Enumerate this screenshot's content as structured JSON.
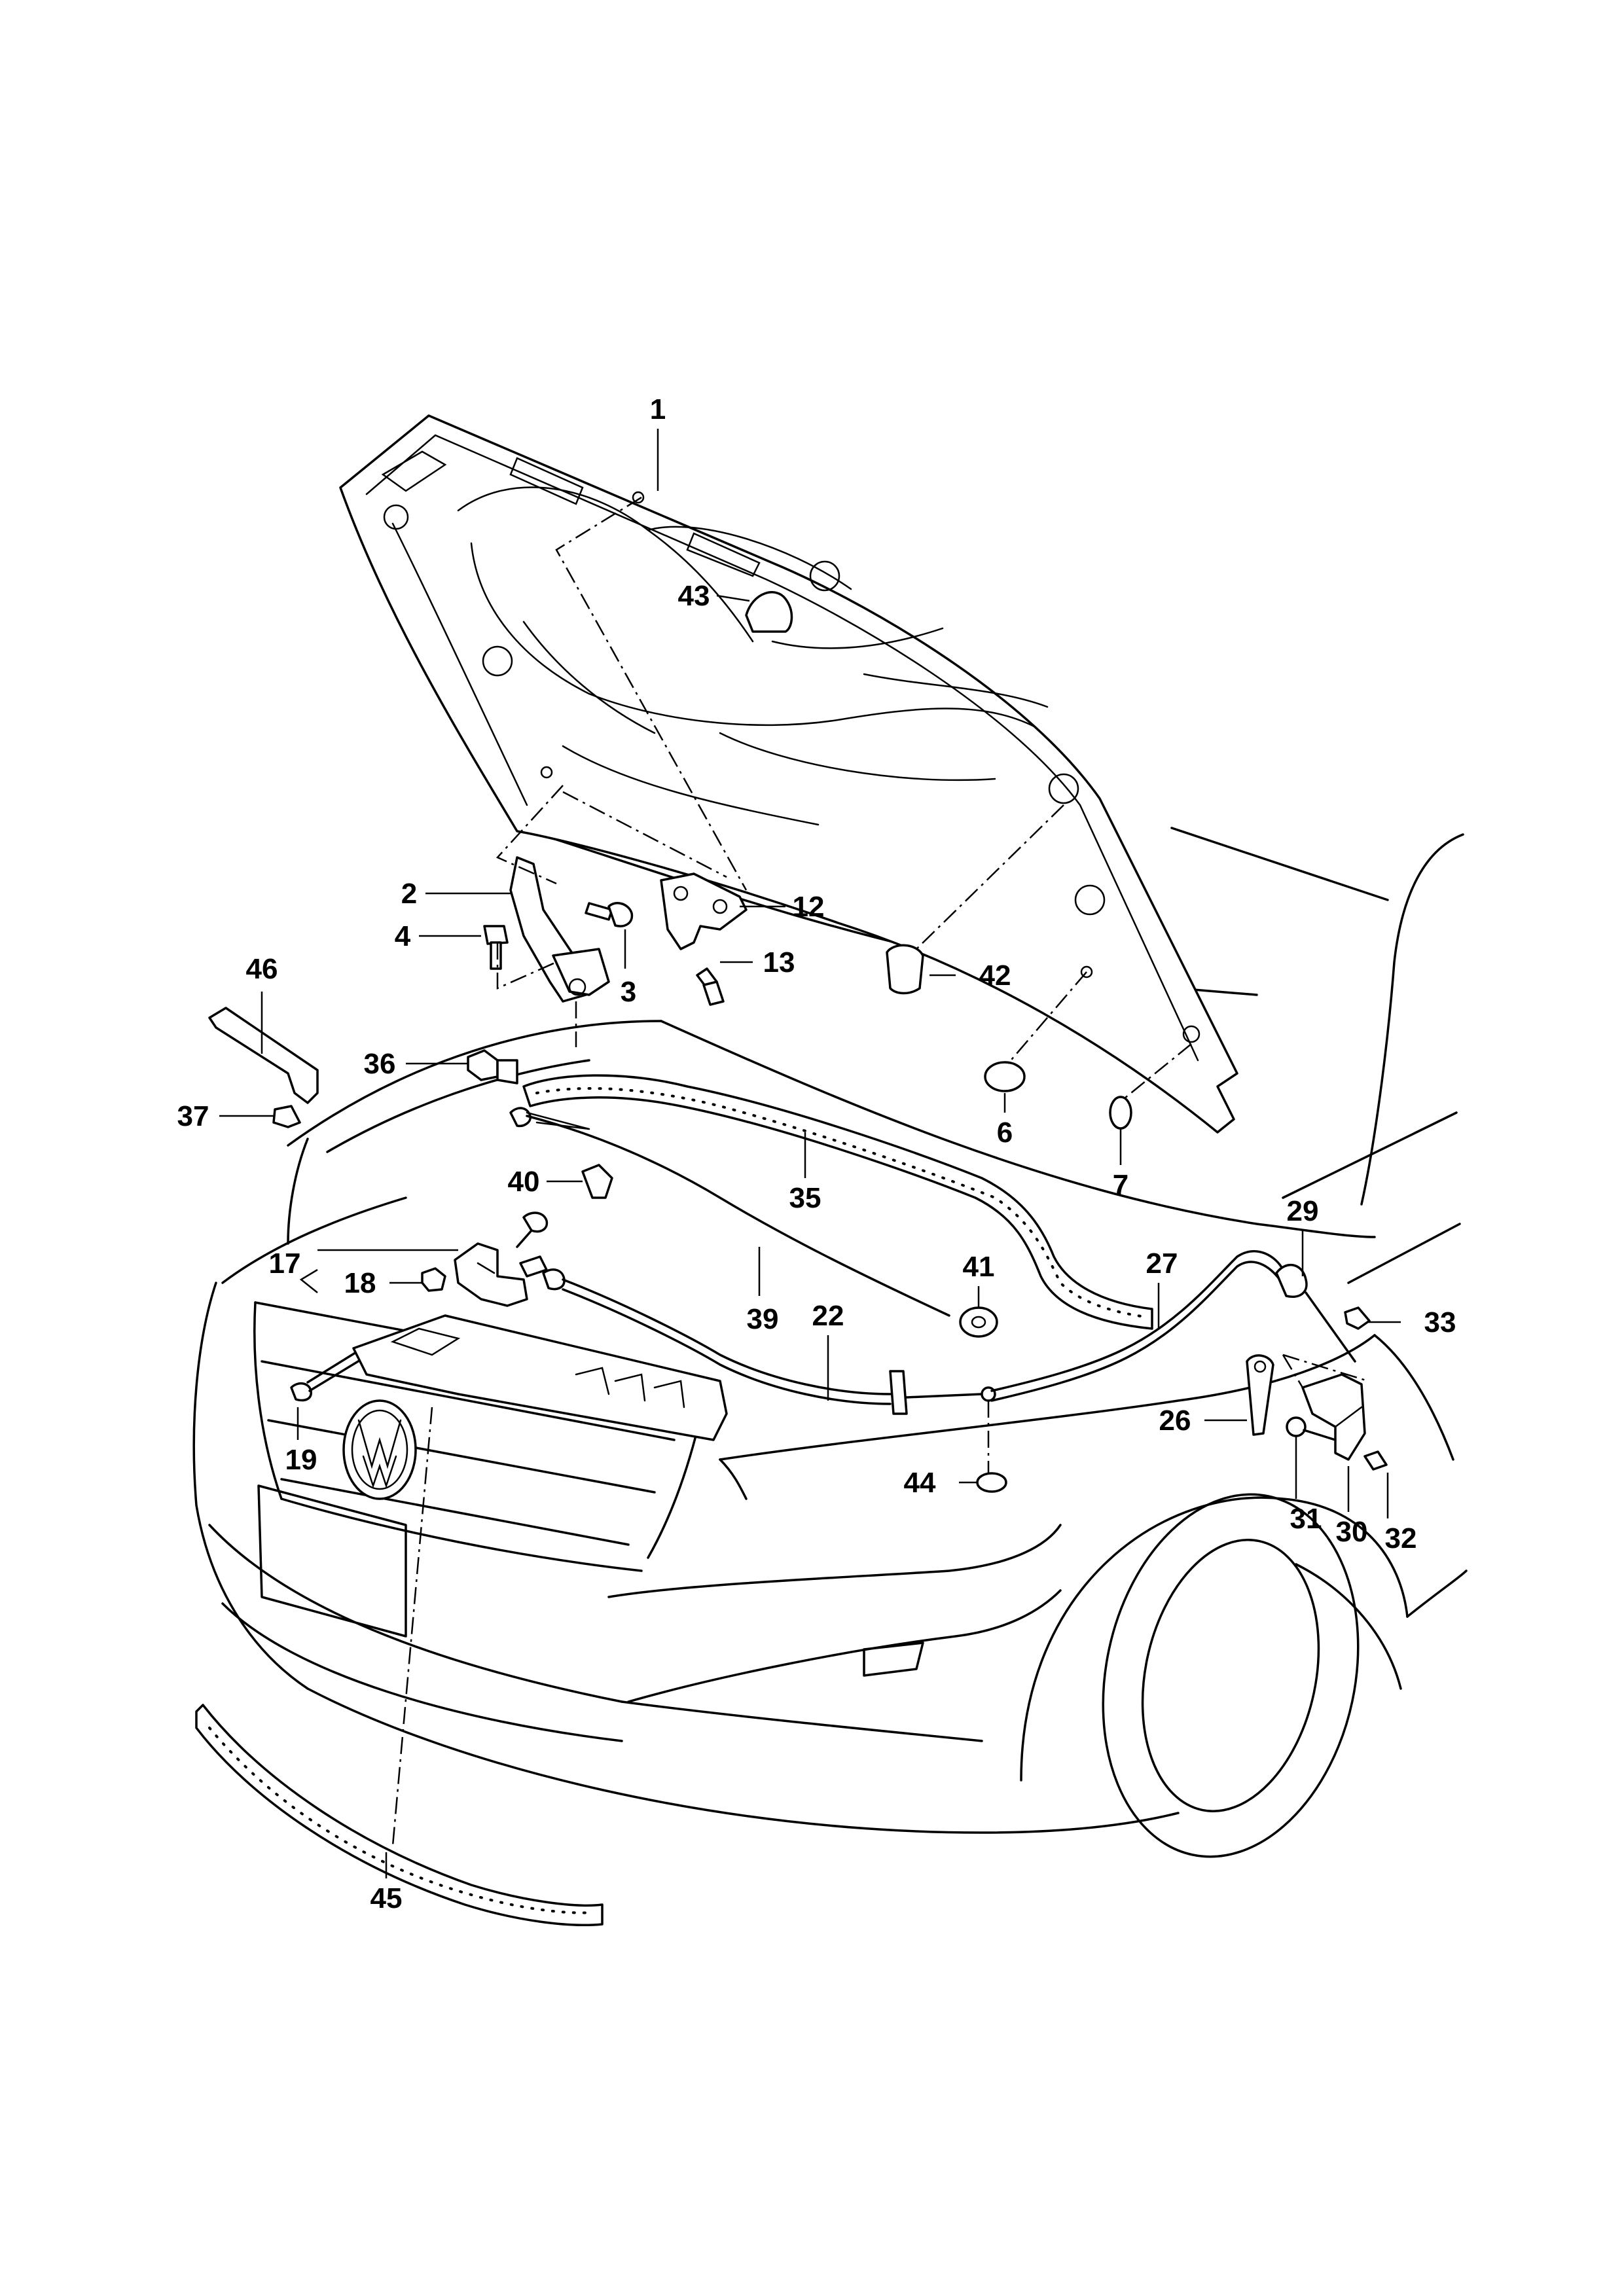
{
  "diagram": {
    "labels": [
      {
        "id": "1",
        "text": "1"
      },
      {
        "id": "2",
        "text": "2"
      },
      {
        "id": "3",
        "text": "3"
      },
      {
        "id": "4",
        "text": "4"
      },
      {
        "id": "6",
        "text": "6"
      },
      {
        "id": "7",
        "text": "7"
      },
      {
        "id": "12",
        "text": "12"
      },
      {
        "id": "13",
        "text": "13"
      },
      {
        "id": "17",
        "text": "17"
      },
      {
        "id": "18",
        "text": "18"
      },
      {
        "id": "19",
        "text": "19"
      },
      {
        "id": "22",
        "text": "22"
      },
      {
        "id": "26",
        "text": "26"
      },
      {
        "id": "27",
        "text": "27"
      },
      {
        "id": "29",
        "text": "29"
      },
      {
        "id": "30",
        "text": "30"
      },
      {
        "id": "31",
        "text": "31"
      },
      {
        "id": "32",
        "text": "32"
      },
      {
        "id": "33",
        "text": "33"
      },
      {
        "id": "35",
        "text": "35"
      },
      {
        "id": "36",
        "text": "36"
      },
      {
        "id": "37",
        "text": "37"
      },
      {
        "id": "39",
        "text": "39"
      },
      {
        "id": "40",
        "text": "40"
      },
      {
        "id": "41",
        "text": "41"
      },
      {
        "id": "42",
        "text": "42"
      },
      {
        "id": "43",
        "text": "43"
      },
      {
        "id": "44",
        "text": "44"
      },
      {
        "id": "45",
        "text": "45"
      },
      {
        "id": "46",
        "text": "46"
      }
    ]
  }
}
